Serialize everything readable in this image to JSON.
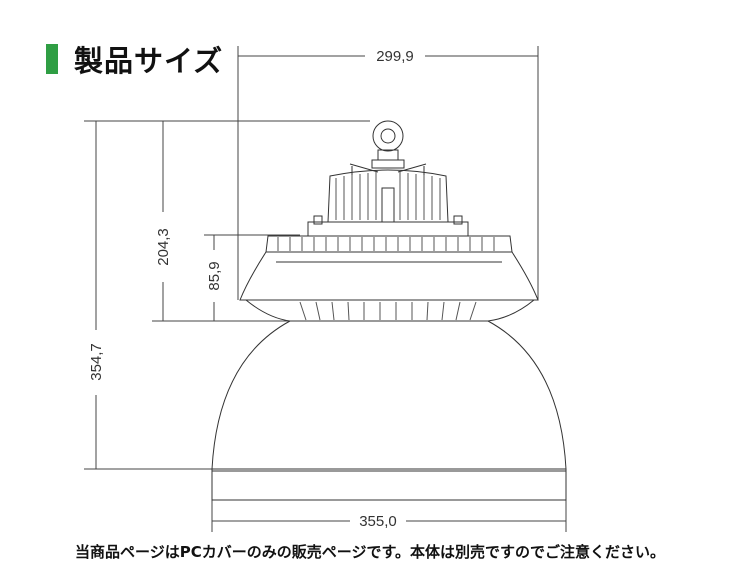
{
  "header": {
    "title": "製品サイズ"
  },
  "dimensions": {
    "top_width": "299,9",
    "overall_height": "354,7",
    "body_height": "204,3",
    "ring_height": "85,9",
    "reflector_width": "355,0"
  },
  "footer_note": "当商品ページはPCカバーのみの販売ページです。本体は別売ですのでご注意ください。",
  "colors": {
    "accent": "#2f9e44",
    "line": "#333333"
  }
}
